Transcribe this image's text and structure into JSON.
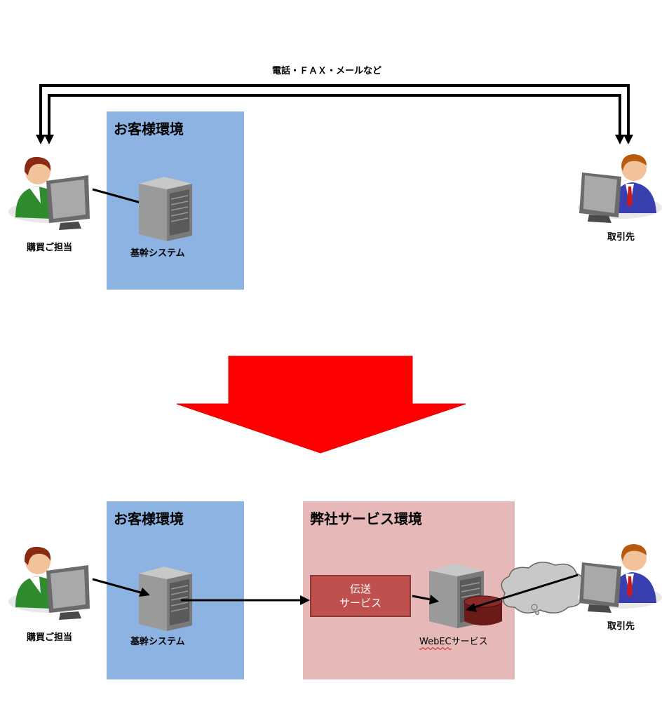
{
  "top": {
    "comm_label": "電話・ＦＡＸ・メールなど",
    "customer_env_title": "お客様環境",
    "buyer_label": "購買ご担当",
    "core_system_label": "基幹システム",
    "partner_label": "取引先"
  },
  "bottom": {
    "customer_env_title": "お客様環境",
    "our_env_title": "弊社サービス環境",
    "buyer_label": "購買ご担当",
    "core_system_label": "基幹システム",
    "transfer_line1": "伝送",
    "transfer_line2": "サービス",
    "webec_word": "WebEC",
    "webec_suffix": "サービス",
    "partner_label": "取引先"
  },
  "colors": {
    "customer_env_bg": "#8db3e2",
    "our_env_bg": "#e6b9b8",
    "transition_arrow": "#ff0000",
    "transfer_box": "#c0504d"
  },
  "icons": [
    "woman-user-computer-icon",
    "server-tower-icon",
    "man-user-computer-icon",
    "cloud-icon",
    "database-icon"
  ]
}
